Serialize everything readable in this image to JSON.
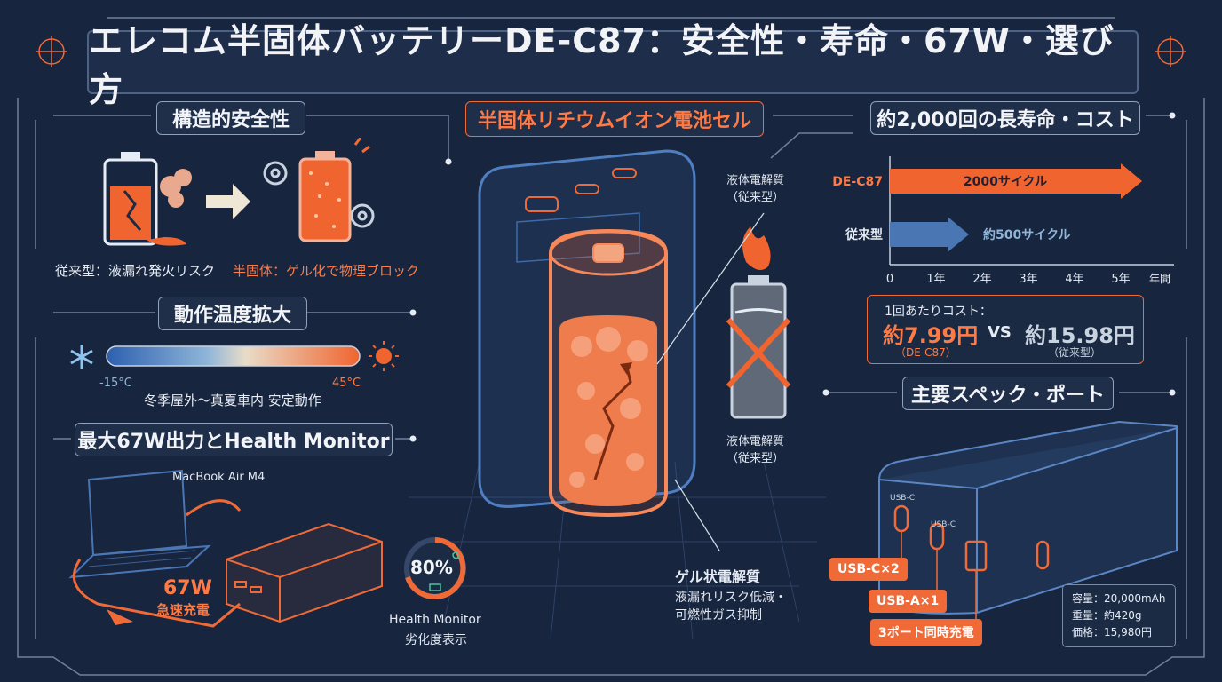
{
  "title": "エレコム半固体バッテリーDE-C87：安全性・寿命・67W・選び方",
  "sections": {
    "safety": {
      "title": "構造的安全性",
      "conventional_caption": "従来型：液漏れ発火リスク",
      "semisolid_caption": "半固体：ゲル化で物理ブロック"
    },
    "temperature": {
      "title": "動作温度拡大",
      "min_label": "-15°C",
      "max_label": "45°C",
      "range_caption": "冬季屋外〜真夏車内 安定動作"
    },
    "output": {
      "title": "最大67W出力とHealth Monitor",
      "device_label": "MacBook Air M4",
      "watt_label": "67W",
      "charge_label": "急速充電"
    },
    "cell": {
      "title": "半固体リチウムイオン電池セル",
      "liquid_label_top": "液体電解質\n（従来型）",
      "liquid_label_bottom": "液体電解質\n（従来型）",
      "gel_label": "ゲル状電解質",
      "gel_desc": "液漏れリスク低減・\n可燃性ガス抑制",
      "health_percent": "80%",
      "health_title": "Health Monitor",
      "health_desc": "劣化度表示"
    },
    "life": {
      "title": "約2,000回の長寿命・コスト",
      "per_cost_label": "1回あたりコスト：",
      "de_cost": "約7.99円",
      "de_cost_name": "（DE-C87）",
      "vs_label": "VS",
      "conv_cost": "約15.98円",
      "conv_cost_name": "（従来型）"
    },
    "specs": {
      "title": "主要スペック・ポート",
      "usbc_label": "USB-C×2",
      "usba_label": "USB-A×1",
      "simul_label": "3ポート同時充電",
      "port_c1": "USB-C",
      "port_c2": "USB-C",
      "capacity": "容量：20,000mAh",
      "weight": "重量：約420g",
      "price": "価格：15,980円"
    }
  },
  "chart_data": {
    "type": "bar",
    "orientation": "horizontal",
    "categories": [
      "DE-C87",
      "従来型"
    ],
    "values": [
      2000,
      500
    ],
    "value_labels": [
      "2000サイクル",
      "約500サイクル"
    ],
    "x_ticks": [
      "0",
      "1年",
      "2年",
      "3年",
      "4年",
      "5年"
    ],
    "x_unit": "年間",
    "colors": [
      "#f0642f",
      "#4a77b4"
    ]
  },
  "colors": {
    "background": "#17253e",
    "accent": "#f06a38",
    "blue": "#4a77b4",
    "line": "#8ea1bd"
  }
}
